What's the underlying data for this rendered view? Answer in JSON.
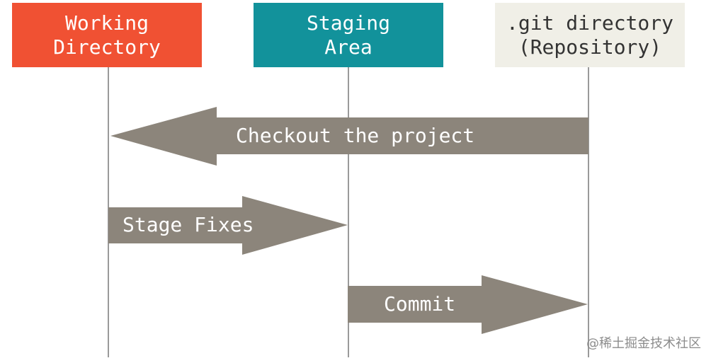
{
  "stages": {
    "working": {
      "label": "Working\nDirectory",
      "color": "#f05133"
    },
    "staging": {
      "label": "Staging\nArea",
      "color": "#12929b"
    },
    "repository": {
      "label": ".git directory\n(Repository)",
      "color": "#f0efe7"
    }
  },
  "actions": {
    "checkout": {
      "label": "Checkout the project",
      "from": "repository",
      "to": "working"
    },
    "stage": {
      "label": "Stage Fixes",
      "from": "working",
      "to": "staging"
    },
    "commit": {
      "label": "Commit",
      "from": "staging",
      "to": "repository"
    }
  },
  "arrow_color": "#8c857b",
  "lifeline_color": "#9a9a9a",
  "watermark": "@稀土掘金技术社区"
}
